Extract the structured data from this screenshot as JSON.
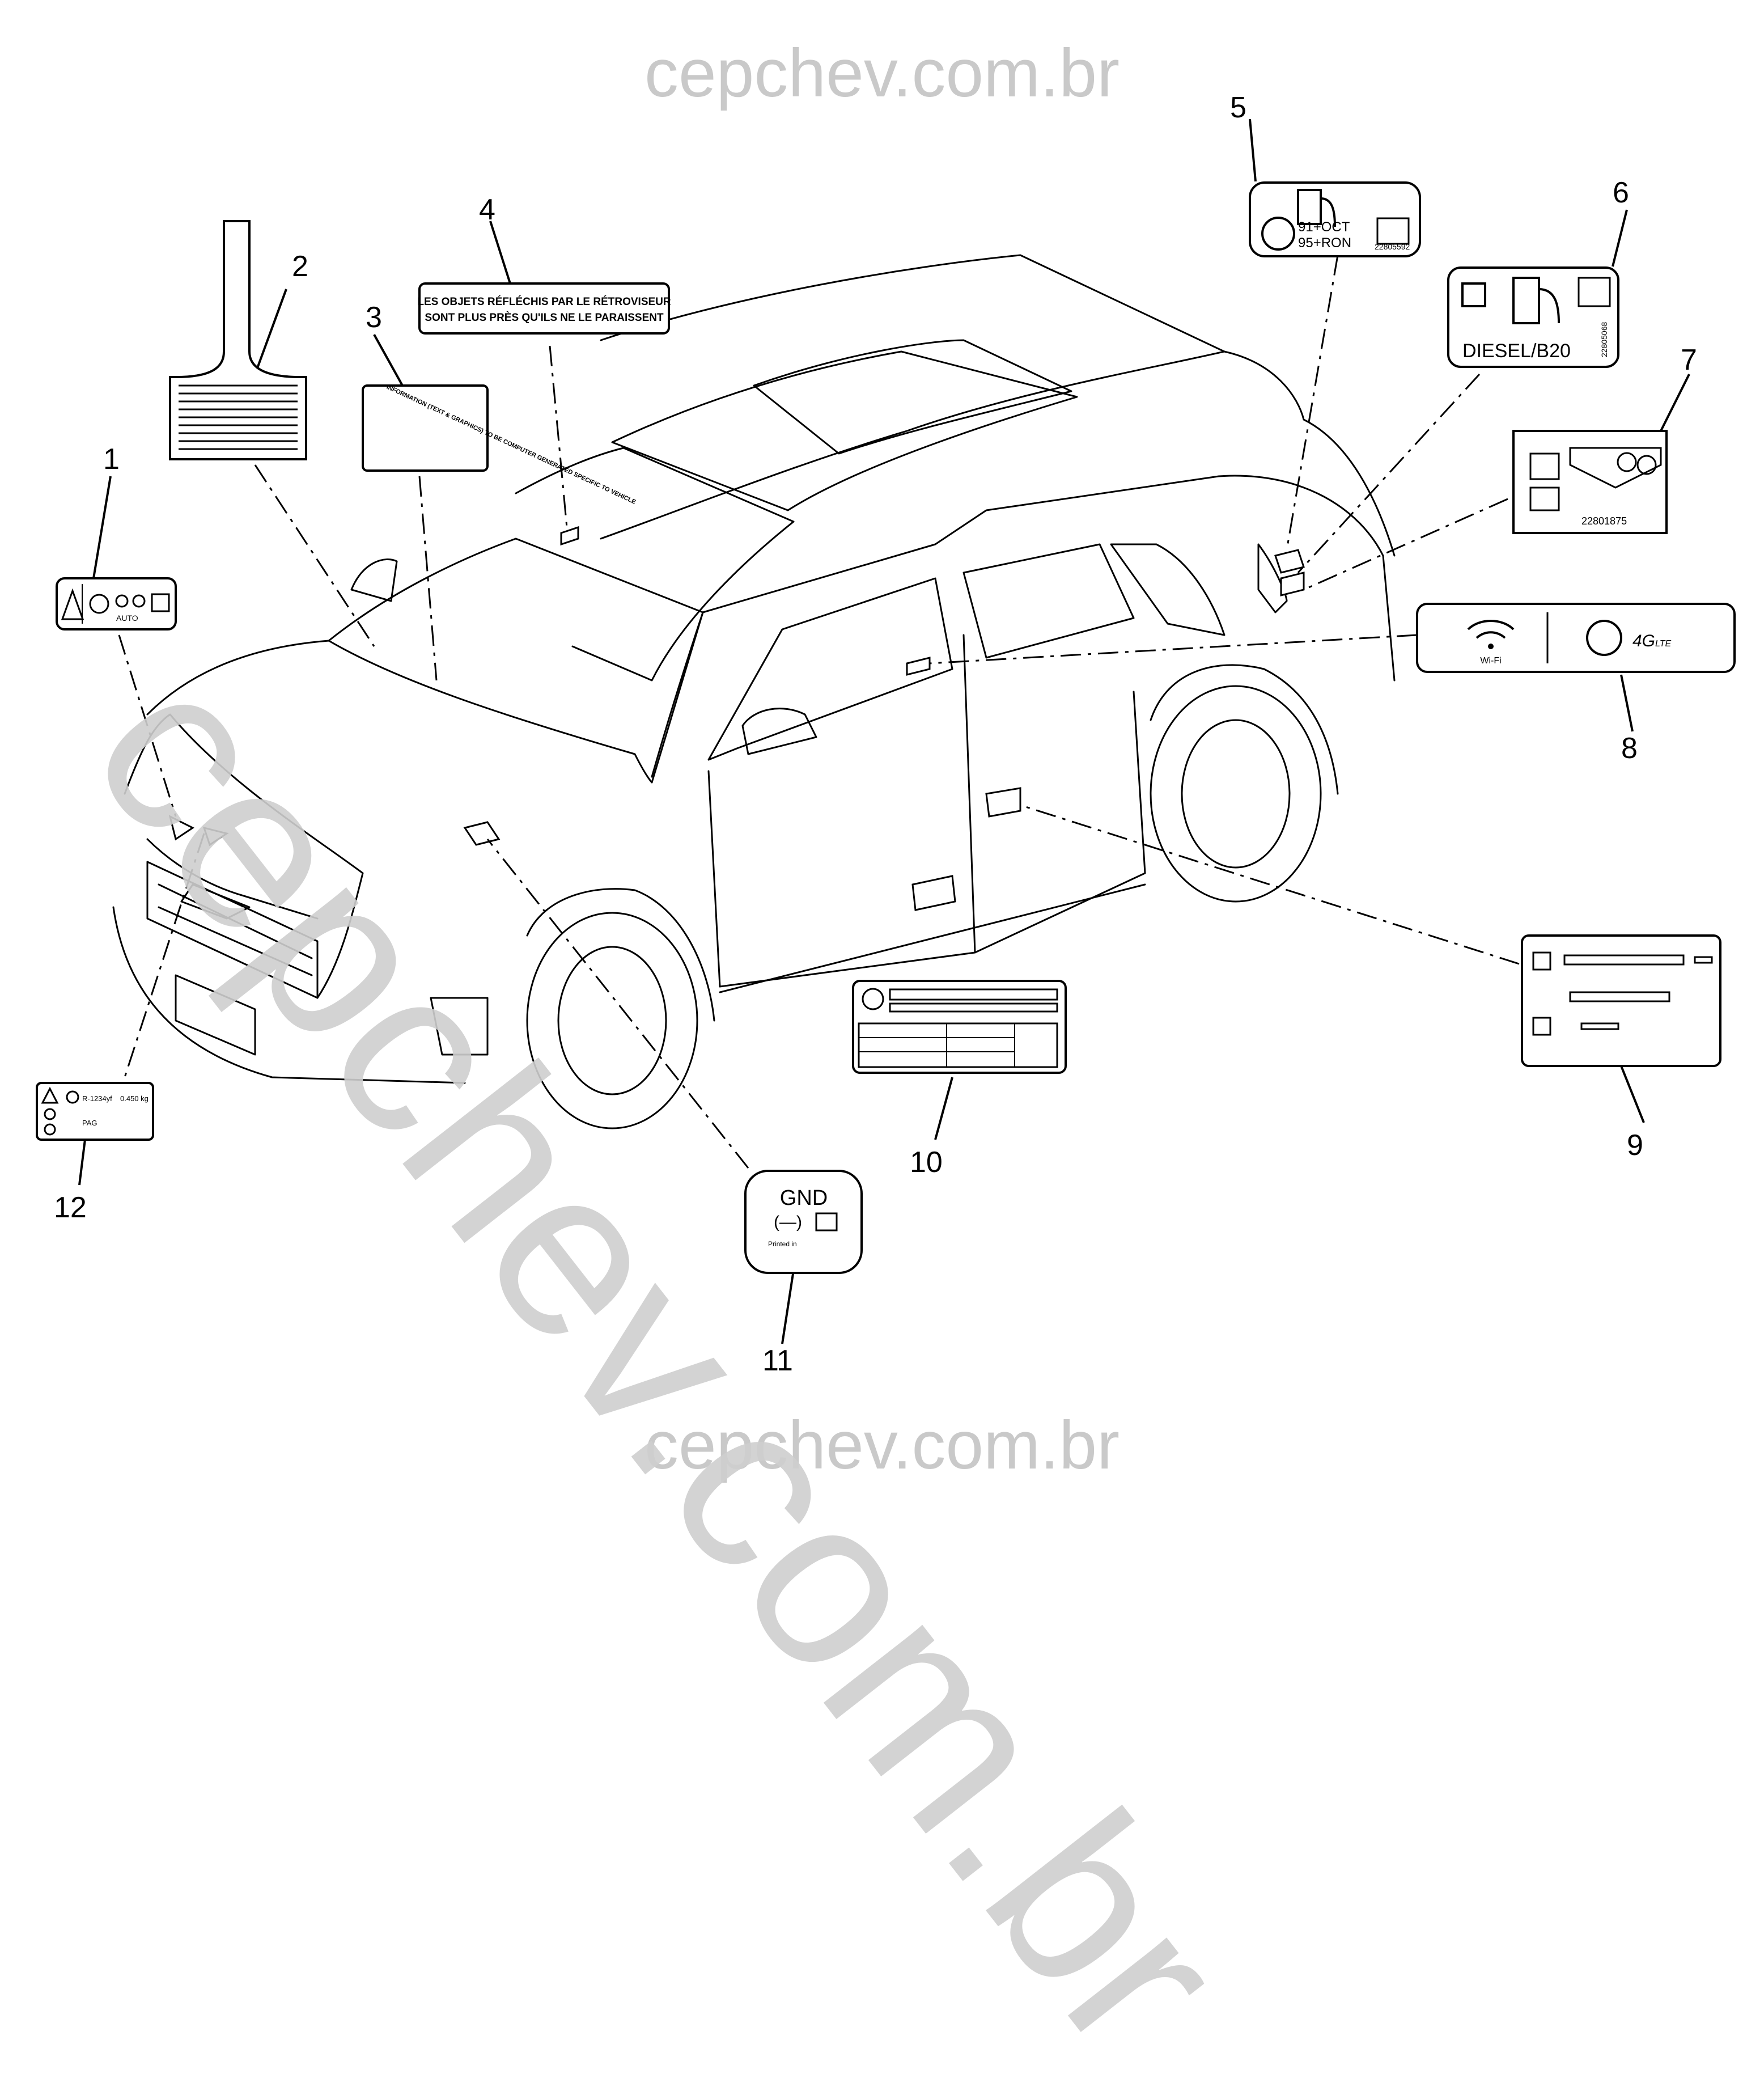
{
  "watermark": "cepchev.com.br",
  "callouts": [
    "1",
    "2",
    "3",
    "4",
    "5",
    "6",
    "7",
    "8",
    "9",
    "10",
    "11",
    "12"
  ],
  "labels": {
    "l2": "2",
    "l3_text": "INFORMATION (TEXT & GRAPHICS) TO BE COMPUTER GENERATED SPECIFIC TO VEHICLE",
    "l4_line1": "LES OBJETS RÉFLÉCHIS PAR LE RÉTROVISEUR",
    "l4_line2": "SONT PLUS PRÈS QU'ILS NE LE PARAISSENT",
    "l5_line1": "91+OCT",
    "l5_line2": "95+RON",
    "l5_code": "22805592",
    "l6_text": "DIESEL/B20",
    "l6_code": "22805068",
    "l7_code": "22801875",
    "l8_wifi": "Wi-Fi",
    "l8_4g": "4G",
    "l8_lte": "LTE",
    "l11_gnd": "GND",
    "l11_sym": "(—)",
    "l11_printed": "Printed in",
    "l12_ref": "R-1234yf",
    "l12_qty": "0.450 kg",
    "l12_oil": "PAG",
    "l1_auto": "AUTO"
  },
  "colors": {
    "ink": "#000000",
    "watermark": "#c9c9c9"
  }
}
